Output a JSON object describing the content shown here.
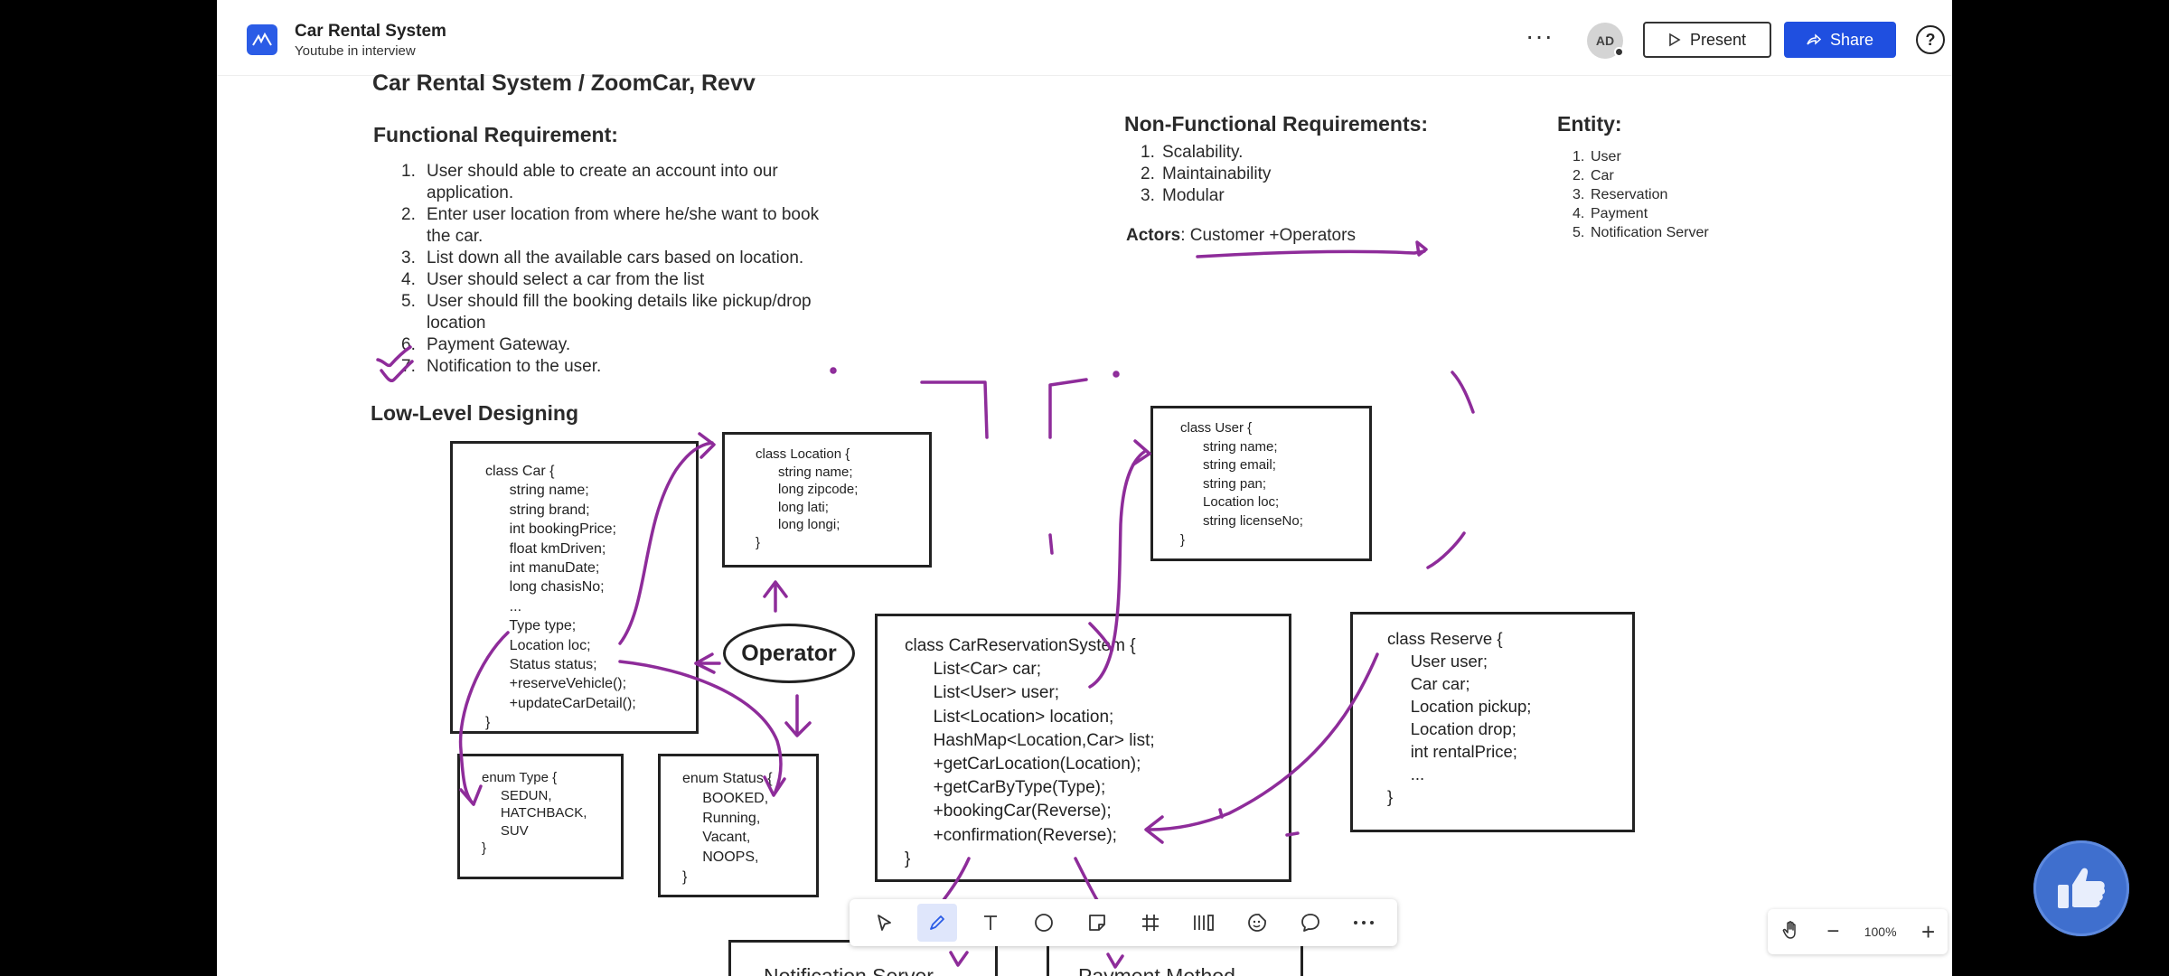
{
  "header": {
    "board_title": "Car Rental System",
    "board_subtitle": "Youtube in interview",
    "more_label": "···",
    "avatar_initials": "AD",
    "present_label": "Present",
    "share_label": "Share",
    "help_label": "?"
  },
  "board": {
    "main_title": "Car Rental System / ZoomCar, Revv",
    "functional": {
      "heading": "Functional Requirement:",
      "items": [
        {
          "num": "1.",
          "line1": "User should able to create an account into our",
          "line2": "application."
        },
        {
          "num": "2.",
          "line1": "Enter user location from where he/she want to book",
          "line2": "the car."
        },
        {
          "num": "3.",
          "line1": "List down all the available cars based on location.",
          "line2": ""
        },
        {
          "num": "4.",
          "line1": "User should select a car from the list",
          "line2": ""
        },
        {
          "num": "5.",
          "line1": "User should fill the booking details like pickup/drop",
          "line2": "location"
        },
        {
          "num": "6.",
          "line1": "Payment Gateway.",
          "line2": ""
        },
        {
          "num": "7.",
          "line1": "Notification to the user.",
          "line2": ""
        }
      ]
    },
    "non_functional": {
      "heading": "Non-Functional Requirements:",
      "items": [
        {
          "num": "1.",
          "text": "Scalability."
        },
        {
          "num": "2.",
          "text": "Maintainability"
        },
        {
          "num": "3.",
          "text": "Modular"
        }
      ]
    },
    "actors": {
      "label": "Actors",
      "value": ": Customer +Operators"
    },
    "entity": {
      "heading": "Entity:",
      "items": [
        {
          "num": "1.",
          "text": "User"
        },
        {
          "num": "2.",
          "text": "Car"
        },
        {
          "num": "3.",
          "text": "Reservation"
        },
        {
          "num": "4.",
          "text": "Payment"
        },
        {
          "num": "5.",
          "text": "Notification Server"
        }
      ]
    },
    "lld_heading": "Low-Level Designing",
    "classes": {
      "car": "class Car {\n      string name;\n      string brand;\n      int bookingPrice;\n      float kmDriven;\n      int manuDate;\n      long chasisNo;\n      ...\n      Type type;\n      Location loc;\n      Status status;\n      +reserveVehicle();\n      +updateCarDetail();\n}",
      "location": "class Location {\n      string name;\n      long zipcode;\n      long lati;\n      long longi;\n}",
      "user": "class User {\n      string name;\n      string email;\n      string pan;\n      Location loc;\n      string licenseNo;\n}",
      "reservation_system": "class CarReservationSystem {\n      List<Car> car;\n      List<User> user;\n      List<Location> location;\n      HashMap<Location,Car> list;\n      +getCarLocation(Location);\n      +getCarByType(Type);\n      +bookingCar(Reverse);\n      +confirmation(Reverse);\n}",
      "reserve": "class Reserve {\n     User user;\n     Car car;\n     Location pickup;\n     Location drop;\n     int rentalPrice;\n     ...\n}",
      "enum_type": "enum Type {\n     SEDUN,\n     HATCHBACK,\n     SUV\n}",
      "enum_status": "enum Status {\n     BOOKED,\n     Running,\n     Vacant,\n     NOOPS,\n}"
    },
    "operator_label": "Operator",
    "notification_server_label": "Notification Server",
    "payment_method_label": "Payment Method"
  },
  "zoom": {
    "level": "100%",
    "minus_label": "−",
    "plus_label": "+"
  },
  "colors": {
    "brand": "#2b5ce6",
    "share": "#1f4fe0",
    "ink": "#8e2c9a",
    "like": "#3f6fce"
  },
  "icons": [
    "pointer-icon",
    "pen-icon",
    "text-icon",
    "circle-icon",
    "sticky-note-icon",
    "frame-icon",
    "columns-icon",
    "sticker-icon",
    "comment-icon",
    "more-icon",
    "hand-icon",
    "thumbs-up-icon",
    "play-icon",
    "share-icon"
  ]
}
